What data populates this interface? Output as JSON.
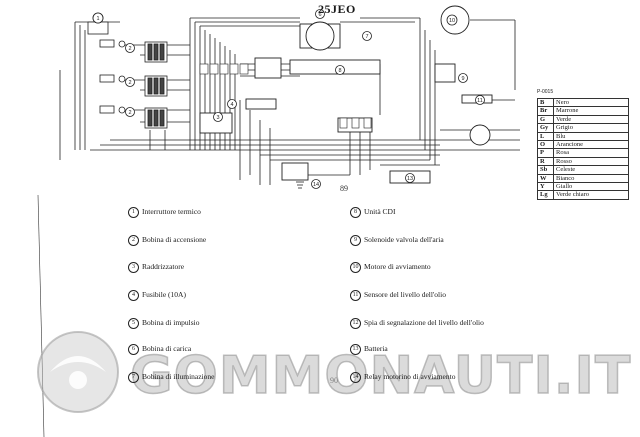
{
  "diagram": {
    "title": "25JEO",
    "page_number_top": "89",
    "page_number_bottom": "90",
    "table_code": "P-0015",
    "component_numbers": [
      "1",
      "2",
      "3",
      "4",
      "5",
      "6",
      "7",
      "8",
      "9",
      "10",
      "11",
      "12",
      "13",
      "14"
    ]
  },
  "color_codes": [
    {
      "code": "B",
      "name": "Nero"
    },
    {
      "code": "Br",
      "name": "Marrone"
    },
    {
      "code": "G",
      "name": "Verde"
    },
    {
      "code": "Gy",
      "name": "Grigio"
    },
    {
      "code": "L",
      "name": "Blu"
    },
    {
      "code": "O",
      "name": "Arancione"
    },
    {
      "code": "P",
      "name": "Rosa"
    },
    {
      "code": "R",
      "name": "Rosso"
    },
    {
      "code": "Sb",
      "name": "Celeste"
    },
    {
      "code": "W",
      "name": "Bianco"
    },
    {
      "code": "Y",
      "name": "Giallo"
    },
    {
      "code": "Lg",
      "name": "Verde chiaro"
    }
  ],
  "legend": [
    {
      "num": "1",
      "label": "Interruttore termico"
    },
    {
      "num": "2",
      "label": "Bobina di accensione"
    },
    {
      "num": "3",
      "label": "Raddrizzatore"
    },
    {
      "num": "4",
      "label": "Fusibile (10A)"
    },
    {
      "num": "5",
      "label": "Bobina di impulsio"
    },
    {
      "num": "6",
      "label": "Bobina di carica"
    },
    {
      "num": "7",
      "label": "Bobina di illuminazione"
    },
    {
      "num": "8",
      "label": "Unità CDI"
    },
    {
      "num": "9",
      "label": "Solenoide valvola dell'aria"
    },
    {
      "num": "10",
      "label": "Motore di avviamento"
    },
    {
      "num": "11",
      "label": "Sensore del livello dell'olio"
    },
    {
      "num": "12",
      "label": "Spia di segnalazione del livello dell'olio"
    },
    {
      "num": "13",
      "label": "Batteria"
    },
    {
      "num": "14",
      "label": "Relay motorino di avviamento"
    }
  ],
  "watermark": {
    "text": "GOMMONAUTI.IT",
    "color": "#bdbdbd"
  }
}
